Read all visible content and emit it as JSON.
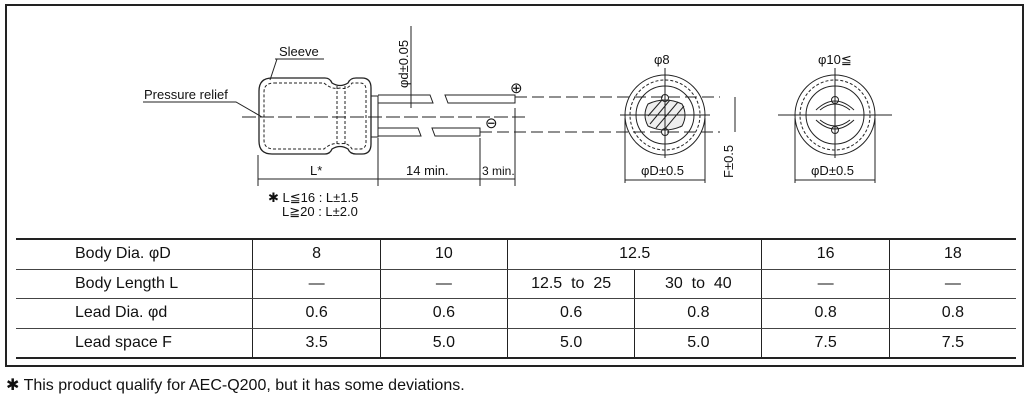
{
  "drawing": {
    "sleeve_label": "Sleeve",
    "pressure_relief_label": "Pressure relief",
    "lead_dia_tol": "φd±0.05",
    "plus_sign": "⊕",
    "minus_sign": "⊖",
    "length_label": "L*",
    "lead_length_label": "14 min.",
    "lead_end_label": "3 min.",
    "tol_note_line1": "✱ L≦16 : L±1.5",
    "tol_note_line2": "L≧20 : L±2.0",
    "view1_title": "φ8",
    "view2_title": "φ10≦",
    "view1_dia": "φD±0.5",
    "view2_dia": "φD±0.5",
    "lead_space_tol": "F±0.5"
  },
  "table": {
    "rows": [
      {
        "label": "Body Dia. φD",
        "cells": [
          "8",
          "10",
          "12.5",
          "16",
          "18"
        ]
      },
      {
        "label": "Body Length L",
        "cells": [
          "—",
          "—",
          "12.5  to  25",
          "30  to  40",
          "—",
          "—"
        ]
      },
      {
        "label": "Lead Dia. φd",
        "cells": [
          "0.6",
          "0.6",
          "0.6",
          "0.8",
          "0.8",
          "0.8"
        ]
      },
      {
        "label": "Lead space F",
        "cells": [
          "3.5",
          "5.0",
          "5.0",
          "5.0",
          "7.5",
          "7.5"
        ]
      }
    ]
  },
  "footnote": "✱ This product qualify for AEC-Q200, but it has some deviations."
}
